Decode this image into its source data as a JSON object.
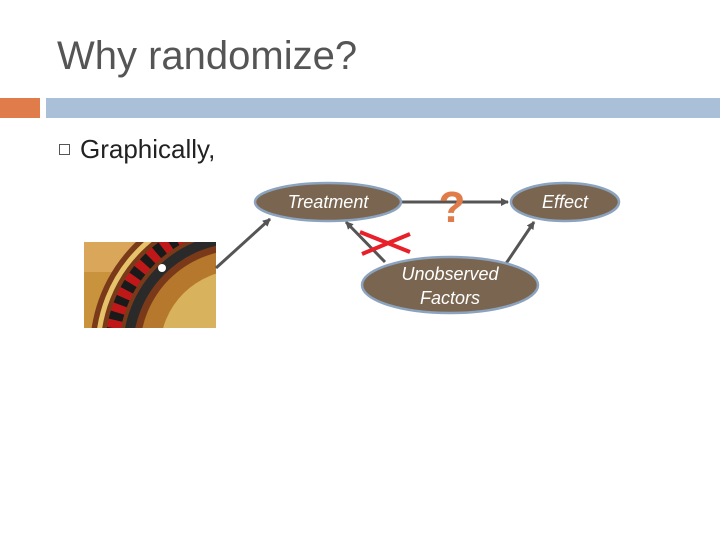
{
  "slide": {
    "title": "Why randomize?",
    "bullet": "Graphically,"
  },
  "diagram": {
    "treatment_label": "Treatment",
    "effect_label": "Effect",
    "unobserved_line1": "Unobserved",
    "unobserved_line2": "Factors",
    "question_mark": "?"
  },
  "colors": {
    "title": "#555555",
    "accent_orange": "#e07b4a",
    "accent_blue": "#a9c0d8",
    "node_fill": "#7a6650",
    "node_stroke": "#8ba3bf",
    "arrow": "#555555",
    "cross": "#e8202a"
  },
  "images": {
    "roulette": "roulette-wheel-photo"
  }
}
